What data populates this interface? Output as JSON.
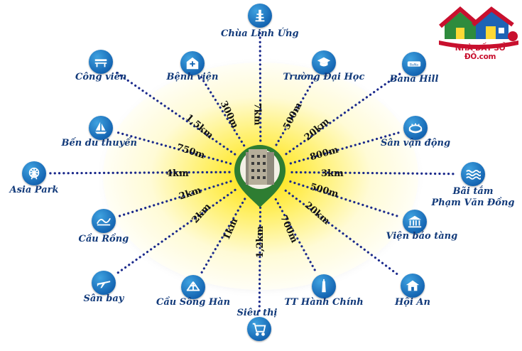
{
  "colors": {
    "dots": "#1b2a8c",
    "label": "#123a7a",
    "icon": "#1566b3",
    "pin": "#2e7d32",
    "glow": "#ffe45c"
  },
  "logo": {
    "text": "NHÀ ĐẤT SỔ ĐỎ.com",
    "icon": "house-logo-icon"
  },
  "destinations": [
    {
      "id": "chua-linh-ung",
      "label": "Chùa Linh Ứng",
      "icon": "pagoda-icon",
      "distance": "7km"
    },
    {
      "id": "truong-dai-hoc",
      "label": "Trường Đại Học",
      "icon": "graduation-cap-icon",
      "distance": "500m"
    },
    {
      "id": "bana-hill",
      "label": "Bana Hill",
      "icon": "bana-hills-logo-icon",
      "distance": "20km"
    },
    {
      "id": "san-van-dong",
      "label": "Sân vận động",
      "icon": "stadium-icon",
      "distance": "800m"
    },
    {
      "id": "bai-tam",
      "label": "Bãi tắm",
      "label2": "Phạm Văn Đồng",
      "icon": "waves-icon",
      "distance": "3km"
    },
    {
      "id": "vien-bao-tang",
      "label": "Viện bảo tàng",
      "icon": "museum-icon",
      "distance": "500m"
    },
    {
      "id": "hoi-an",
      "label": "Hội An",
      "icon": "ancient-house-icon",
      "distance": "20km"
    },
    {
      "id": "tt-hanh-chinh",
      "label": "TT Hành Chính",
      "icon": "tower-icon",
      "distance": "700m"
    },
    {
      "id": "sieu-thi",
      "label": "Siêu thị",
      "icon": "shopping-cart-icon",
      "distance": "1,2km"
    },
    {
      "id": "cau-song-han",
      "label": "Cầu Sông Hàn",
      "icon": "swing-bridge-icon",
      "distance": "1km"
    },
    {
      "id": "san-bay",
      "label": "Sân bay",
      "icon": "airplane-icon",
      "distance": "2km"
    },
    {
      "id": "cau-rong",
      "label": "Cầu Rồng",
      "icon": "dragon-bridge-icon",
      "distance": "2km"
    },
    {
      "id": "asia-park",
      "label": "Asia Park",
      "icon": "ferris-wheel-icon",
      "distance": "4km"
    },
    {
      "id": "ben-du-thuyen",
      "label": "Bến du thuyền",
      "icon": "sailboat-icon",
      "distance": "750m"
    },
    {
      "id": "cong-vien",
      "label": "Công viên",
      "icon": "park-bench-icon",
      "distance": "1,5km"
    },
    {
      "id": "benh-vien",
      "label": "Bệnh viện",
      "icon": "hospital-icon",
      "distance": "300m"
    }
  ]
}
